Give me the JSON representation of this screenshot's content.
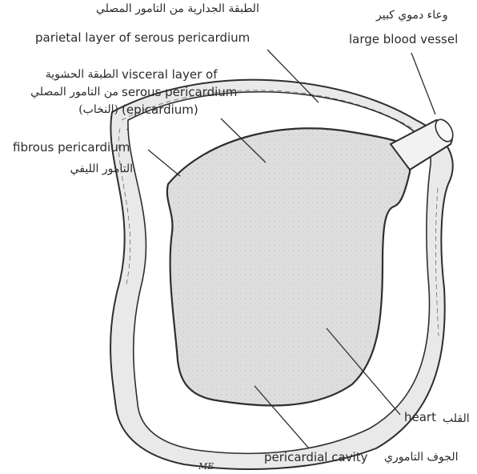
{
  "labels": {
    "parietal_ar": "الطبقة الجدارية من التامور المصلي",
    "parietal_en": "parietal layer of serous pericardium",
    "vessel_ar": "وعاء دموي كبير",
    "vessel_en": "large blood vessel",
    "visceral_ar_1": "الطبقة الحشوية",
    "visceral_ar_2": "من التامور المصلي",
    "visceral_ar_3": "(النخاب)",
    "visceral_en_1": "visceral layer of",
    "visceral_en_2": "serous pericardium",
    "visceral_en_3": "(epicardium)",
    "fibrous_en": "fibrous pericardium",
    "fibrous_ar": "التامور الليفي",
    "heart_en": "heart",
    "heart_ar": "القلب",
    "cavity_en": "pericardial cavity",
    "cavity_ar": "الجوف التاموري"
  },
  "signature": "ME",
  "colors": {
    "line": "#2e2e2e",
    "heart_fill": "#dcdcdc",
    "fibrous_fill": "#e8e8e8"
  }
}
